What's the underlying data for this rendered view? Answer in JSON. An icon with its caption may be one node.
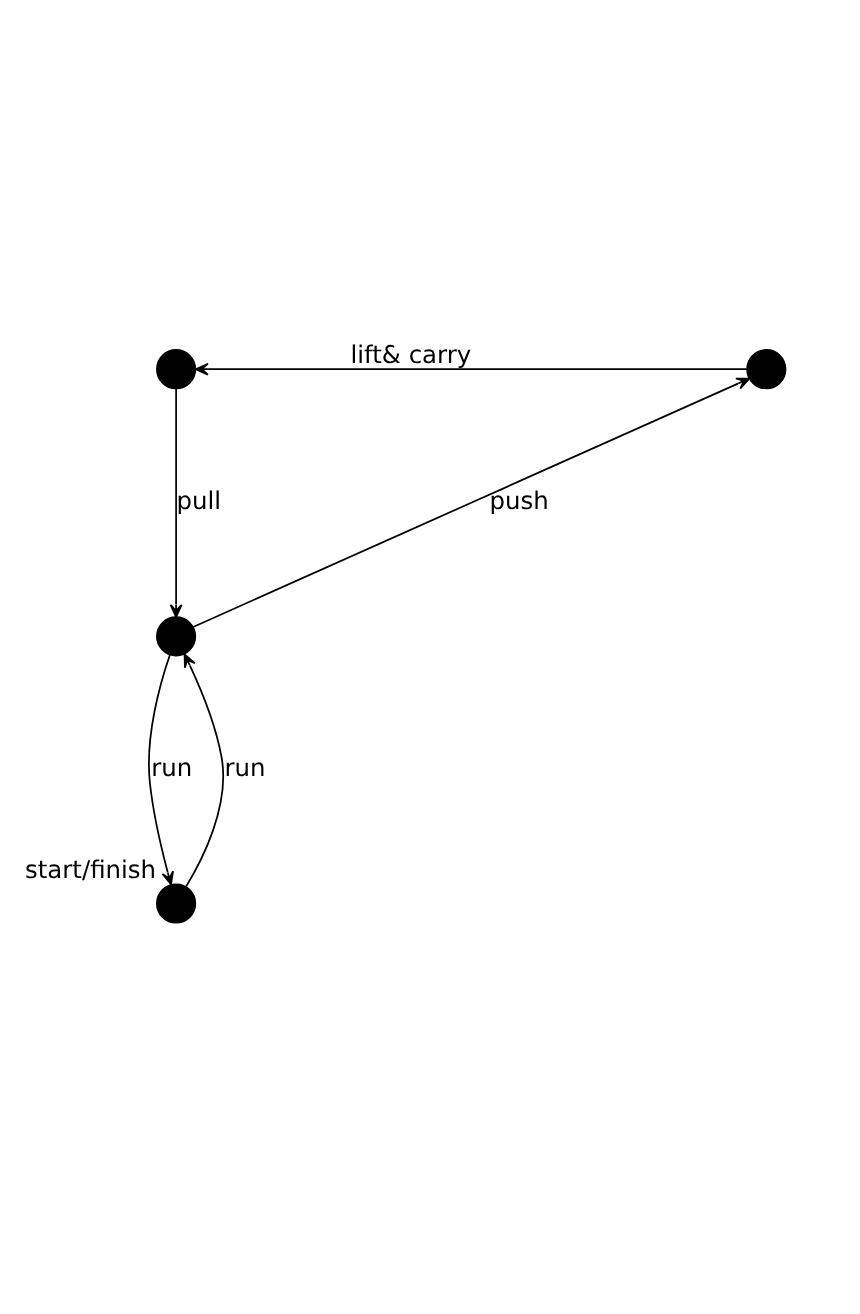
{
  "diagram": {
    "nodes": [
      {
        "text": [],
        "shape": "circle"
      },
      {
        "text": [],
        "shape": "circle"
      },
      {
        "text": [],
        "shape": "circle"
      },
      {
        "text": [],
        "shape": "circle",
        "beside": [
          "start/finish"
        ]
      }
    ],
    "edges": [
      {
        "from": 1,
        "to": 0,
        "arrow": "to",
        "label": "lift& carry"
      },
      {
        "from": 0,
        "to": 2,
        "arrow": "to",
        "label": "pull"
      },
      {
        "from": 2,
        "to": 1,
        "arrow": "to",
        "label": "push"
      },
      {
        "from": 2,
        "to": 3,
        "arrow": "to",
        "label": "run"
      },
      {
        "from": 3,
        "to": 2,
        "arrow": "to",
        "label": "run"
      }
    ]
  }
}
